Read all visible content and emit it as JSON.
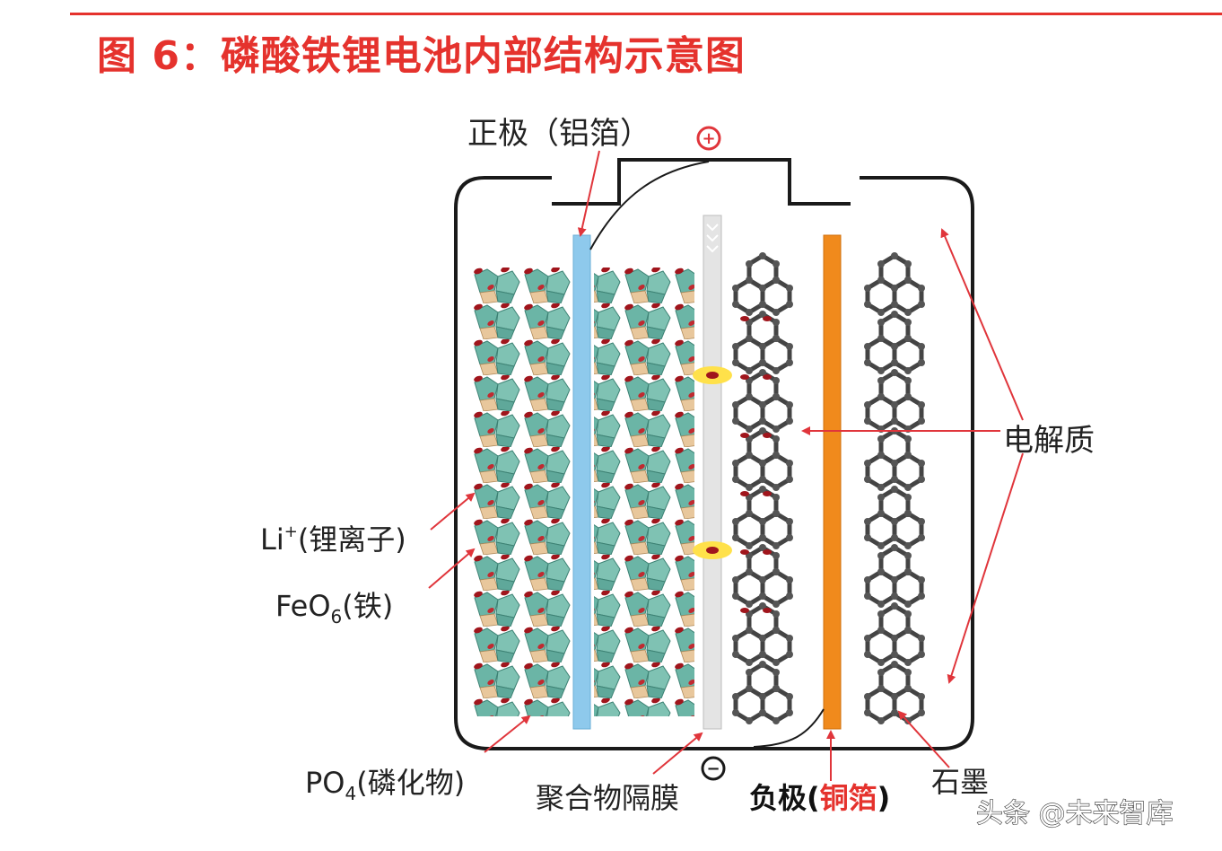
{
  "title": "图 6：磷酸铁锂电池内部结构示意图",
  "labels": {
    "positive_electrode": "正极（铝箔）",
    "positive_terminal": "+",
    "negative_terminal": "−",
    "lithium_ion_formula": "Li",
    "lithium_ion_charge": "+",
    "lithium_ion_name": "(锂离子)",
    "feo6_formula": "FeO",
    "feo6_subscript": "6",
    "feo6_name": "(铁)",
    "po4_formula": "PO",
    "po4_subscript": "4",
    "po4_name": "(磷化物)",
    "separator": "聚合物隔膜",
    "negative_prefix": "负极(",
    "negative_material": "铜箔",
    "negative_suffix": ")",
    "electrolyte": "电解质",
    "graphite": "石墨"
  },
  "watermark": "头条 @未来智库",
  "colors": {
    "title": "#e5322d",
    "aluminum_foil": "#8ec9ec",
    "copper_foil": "#f08a1c",
    "arrow": "#e0353b",
    "lithium_ion": "#a0151c",
    "crystal": "#5fa89a",
    "graphite": "#333333",
    "separator": "#cccccc"
  }
}
